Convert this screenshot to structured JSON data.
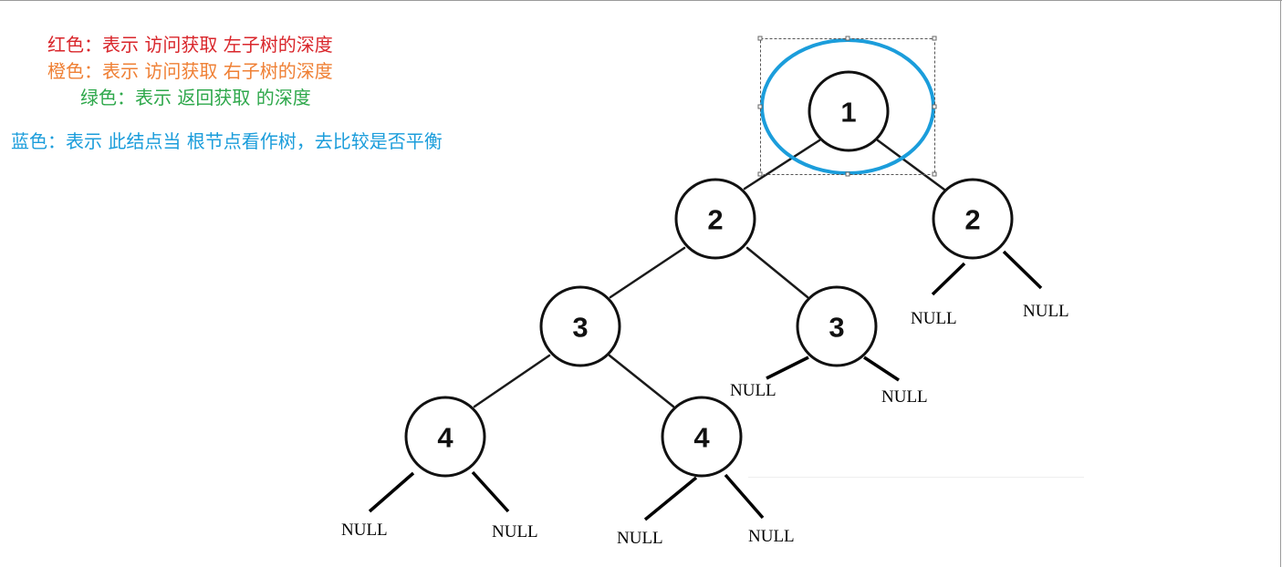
{
  "legend": {
    "red": "红色：表示 访问获取 左子树的深度",
    "orange": "橙色：表示 访问获取 右子树的深度",
    "green": "绿色：表示 返回获取 的深度",
    "blue": "蓝色：表示 此结点当 根节点看作树，去比较是否平衡"
  },
  "tree": {
    "nodes": [
      "1",
      "2",
      "2",
      "3",
      "3",
      "4",
      "4"
    ],
    "null_labels": [
      "NULL",
      "NULL",
      "NULL",
      "NULL",
      "NULL",
      "NULL",
      "NULL",
      "NULL"
    ]
  },
  "colors": {
    "red": "#d9262b",
    "orange": "#ef8035",
    "green": "#2ea84b",
    "blue": "#1b9ddb",
    "highlight_ellipse": "#1b9ddb"
  }
}
